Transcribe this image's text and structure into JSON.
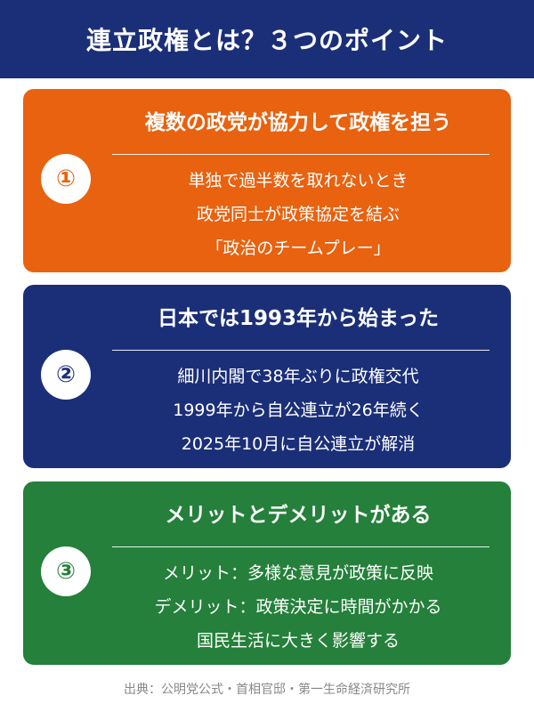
{
  "header": {
    "title": "連立政権とは？３つのポイント",
    "background": "#1b2f78"
  },
  "cards": [
    {
      "badge": "①",
      "title": "複数の政党が協力して政権を担う",
      "color": "#e8620f",
      "lines": [
        "単独で過半数を取れないとき",
        "政党同士が政策協定を結ぶ",
        "「政治のチームプレー」"
      ]
    },
    {
      "badge": "②",
      "title": "日本では1993年から始まった",
      "color": "#1b2f78",
      "lines": [
        "細川内閣で38年ぶりに政権交代",
        "1999年から自公連立が26年続く",
        "2025年10月に自公連立が解消"
      ]
    },
    {
      "badge": "③",
      "title": "メリットとデメリットがある",
      "color": "#24803a",
      "lines": [
        "メリット：多様な意見が政策に反映",
        "デメリット：政策決定に時間がかかる",
        "国民生活に大きく影響する"
      ]
    }
  ],
  "source": "出典：公明党公式・首相官邸・第一生命経済研究所"
}
